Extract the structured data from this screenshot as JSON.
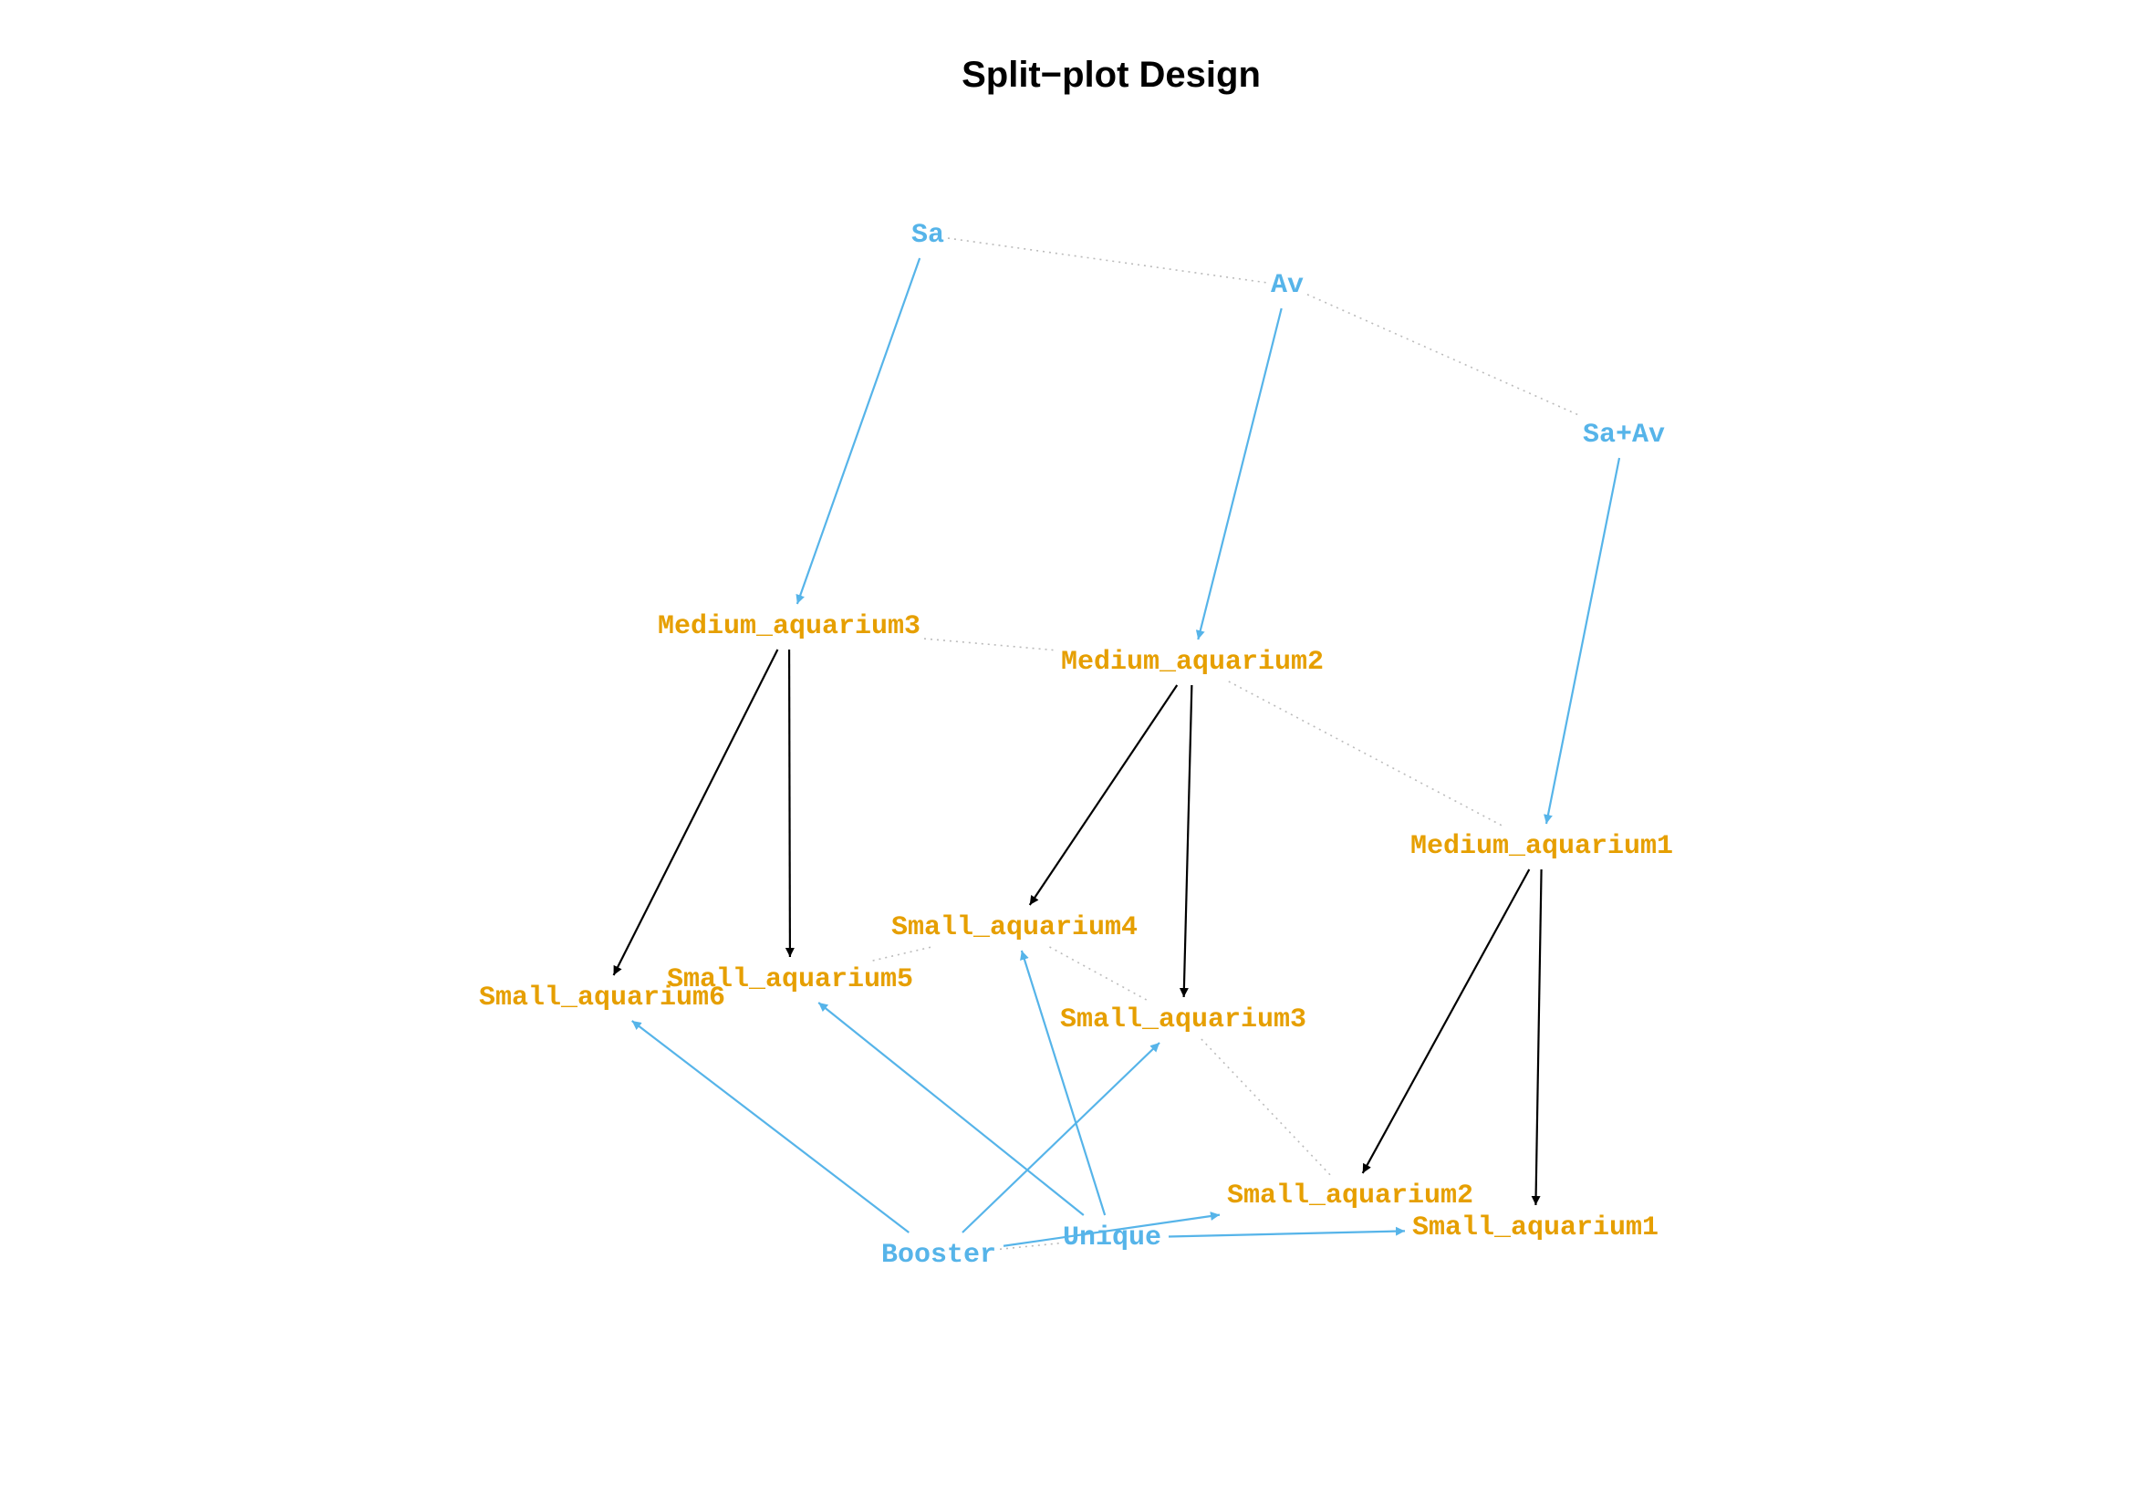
{
  "title": "Split−plot Design",
  "colors": {
    "treatment": "#56B4E9",
    "unit": "#E69F00",
    "nesting_edge": "#000000",
    "tie_line": "#bbbbbb"
  },
  "nodes": {
    "sa": {
      "label": "Sa",
      "kind": "treatment"
    },
    "av": {
      "label": "Av",
      "kind": "treatment"
    },
    "saav": {
      "label": "Sa+Av",
      "kind": "treatment"
    },
    "med3": {
      "label": "Medium_aquarium3",
      "kind": "unit"
    },
    "med2": {
      "label": "Medium_aquarium2",
      "kind": "unit"
    },
    "med1": {
      "label": "Medium_aquarium1",
      "kind": "unit"
    },
    "small4": {
      "label": "Small_aquarium4",
      "kind": "unit"
    },
    "small5": {
      "label": "Small_aquarium5",
      "kind": "unit"
    },
    "small6": {
      "label": "Small_aquarium6",
      "kind": "unit"
    },
    "small3": {
      "label": "Small_aquarium3",
      "kind": "unit"
    },
    "small2": {
      "label": "Small_aquarium2",
      "kind": "unit"
    },
    "small1": {
      "label": "Small_aquarium1",
      "kind": "unit"
    },
    "booster": {
      "label": "Booster",
      "kind": "treatment"
    },
    "unique": {
      "label": "Unique",
      "kind": "treatment"
    }
  },
  "edges": [
    {
      "from": "sa",
      "to": "med3",
      "kind": "treatment"
    },
    {
      "from": "av",
      "to": "med2",
      "kind": "treatment"
    },
    {
      "from": "saav",
      "to": "med1",
      "kind": "treatment"
    },
    {
      "from": "med3",
      "to": "small6",
      "kind": "nesting"
    },
    {
      "from": "med3",
      "to": "small5",
      "kind": "nesting"
    },
    {
      "from": "med2",
      "to": "small4",
      "kind": "nesting"
    },
    {
      "from": "med2",
      "to": "small3",
      "kind": "nesting"
    },
    {
      "from": "med1",
      "to": "small2",
      "kind": "nesting"
    },
    {
      "from": "med1",
      "to": "small1",
      "kind": "nesting"
    },
    {
      "from": "booster",
      "to": "small6",
      "kind": "treatment"
    },
    {
      "from": "booster",
      "to": "small3",
      "kind": "treatment"
    },
    {
      "from": "booster",
      "to": "small2",
      "kind": "treatment"
    },
    {
      "from": "unique",
      "to": "small5",
      "kind": "treatment"
    },
    {
      "from": "unique",
      "to": "small4",
      "kind": "treatment"
    },
    {
      "from": "unique",
      "to": "small1",
      "kind": "treatment"
    }
  ],
  "ties": [
    {
      "from": "sa",
      "to": "av"
    },
    {
      "from": "av",
      "to": "saav"
    },
    {
      "from": "med3",
      "to": "med2"
    },
    {
      "from": "med2",
      "to": "med1"
    },
    {
      "from": "small5",
      "to": "small4"
    },
    {
      "from": "small4",
      "to": "small3"
    },
    {
      "from": "small3",
      "to": "small2"
    },
    {
      "from": "booster",
      "to": "unique"
    }
  ]
}
